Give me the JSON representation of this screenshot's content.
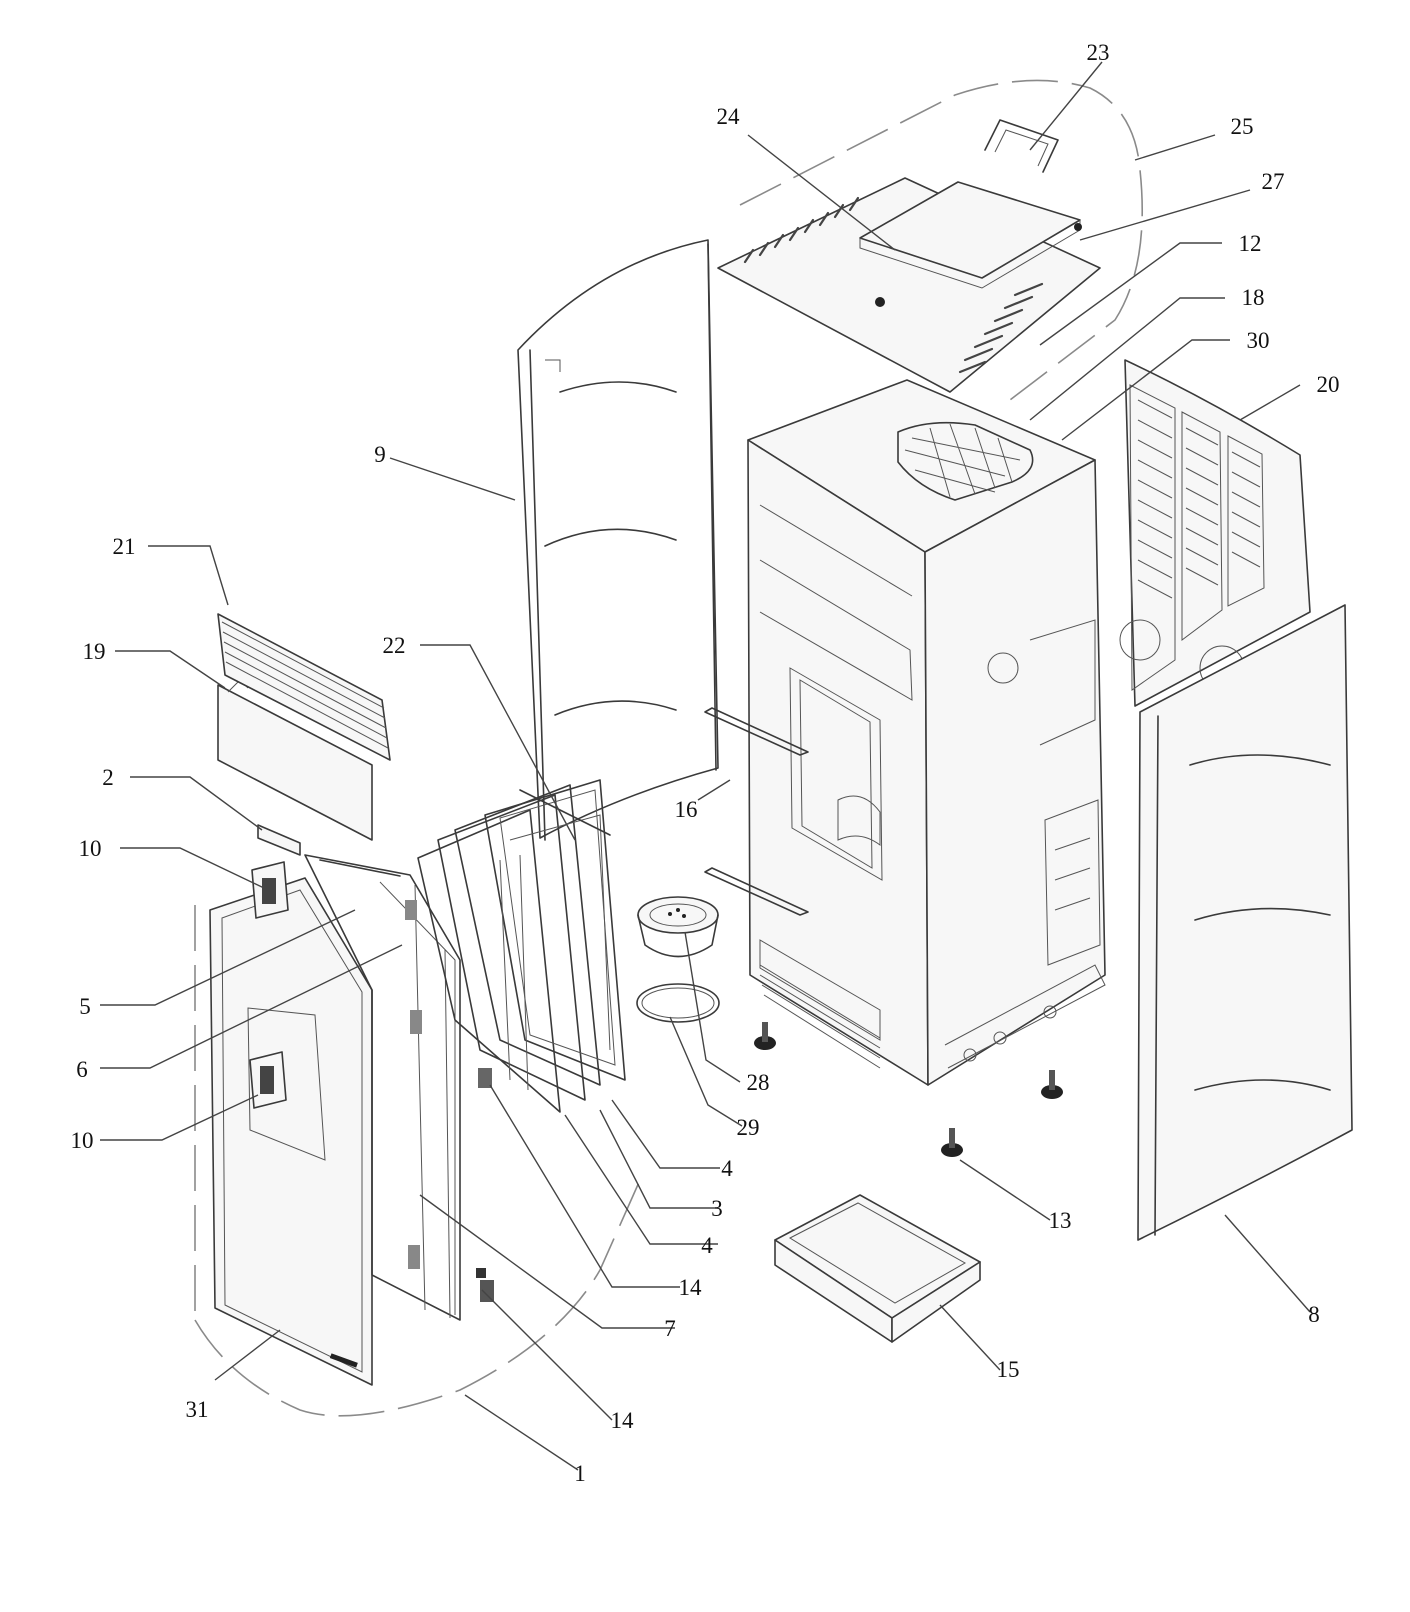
{
  "callouts": [
    {
      "id": "23",
      "label": "23"
    },
    {
      "id": "24",
      "label": "24"
    },
    {
      "id": "25",
      "label": "25"
    },
    {
      "id": "27",
      "label": "27"
    },
    {
      "id": "12",
      "label": "12"
    },
    {
      "id": "18",
      "label": "18"
    },
    {
      "id": "30",
      "label": "30"
    },
    {
      "id": "20",
      "label": "20"
    },
    {
      "id": "9",
      "label": "9"
    },
    {
      "id": "21",
      "label": "21"
    },
    {
      "id": "22",
      "label": "22"
    },
    {
      "id": "19",
      "label": "19"
    },
    {
      "id": "2",
      "label": "2"
    },
    {
      "id": "16a",
      "label": "16"
    },
    {
      "id": "10a",
      "label": "10"
    },
    {
      "id": "5",
      "label": "5"
    },
    {
      "id": "6",
      "label": "6"
    },
    {
      "id": "28",
      "label": "28"
    },
    {
      "id": "29",
      "label": "29"
    },
    {
      "id": "10b",
      "label": "10"
    },
    {
      "id": "4a",
      "label": "4"
    },
    {
      "id": "3",
      "label": "3"
    },
    {
      "id": "13",
      "label": "13"
    },
    {
      "id": "4b",
      "label": "4"
    },
    {
      "id": "14a",
      "label": "14"
    },
    {
      "id": "8",
      "label": "8"
    },
    {
      "id": "7",
      "label": "7"
    },
    {
      "id": "15",
      "label": "15"
    },
    {
      "id": "31",
      "label": "31"
    },
    {
      "id": "14b",
      "label": "14"
    },
    {
      "id": "1",
      "label": "1"
    }
  ]
}
